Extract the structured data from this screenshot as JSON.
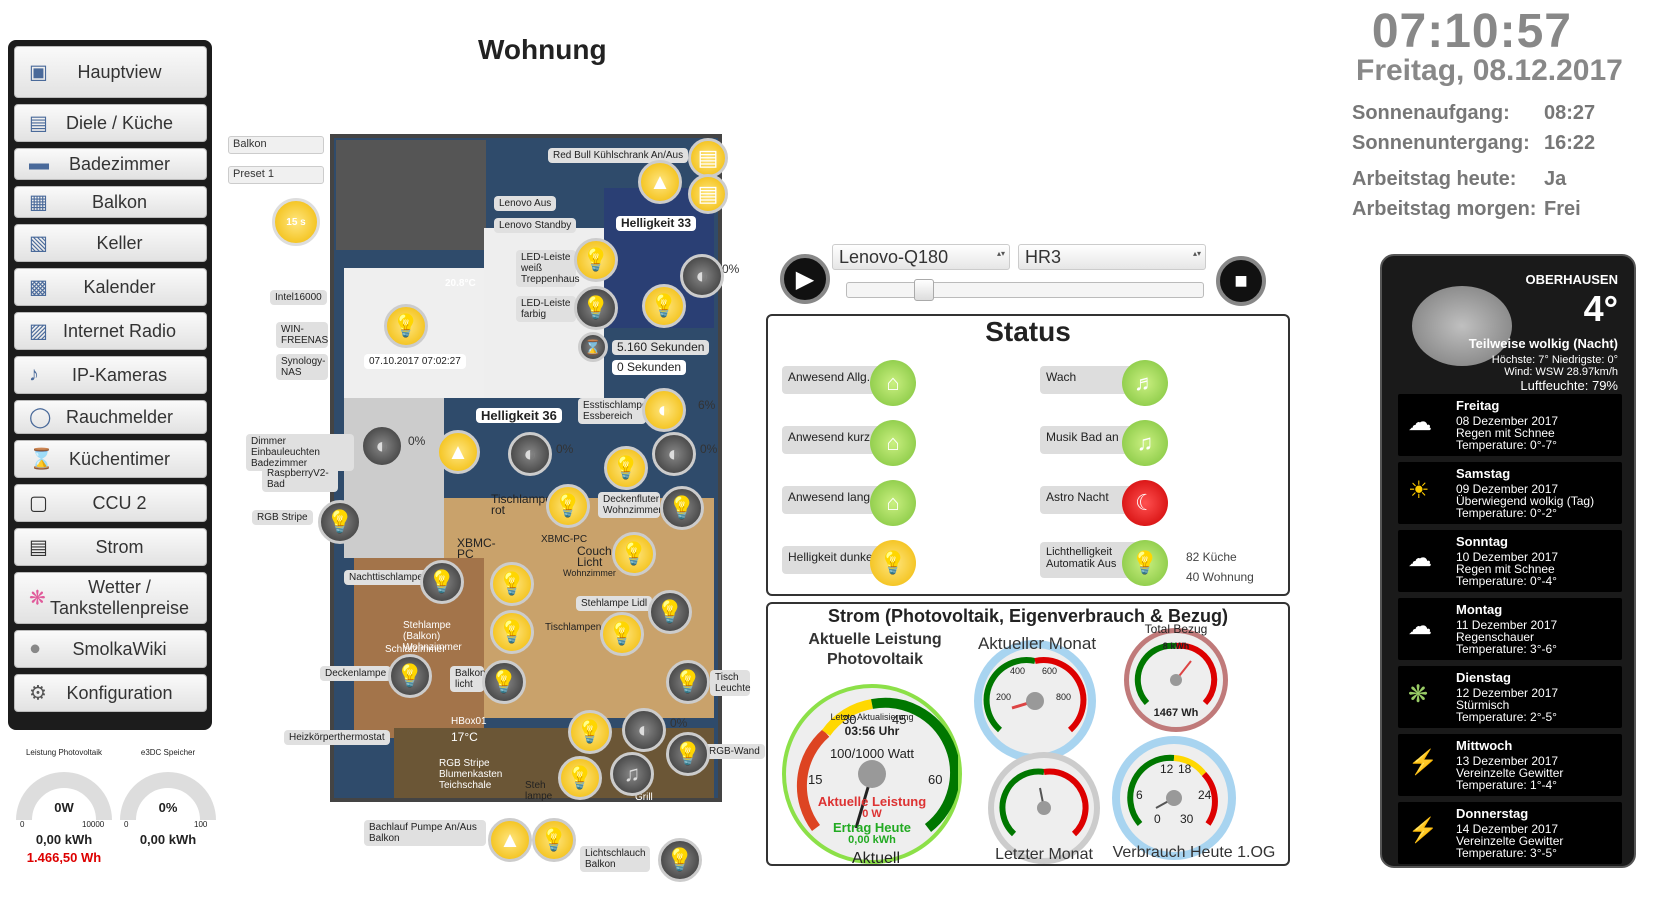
{
  "nav": [
    {
      "label": "Hauptview",
      "icon": "house-icon"
    },
    {
      "label": "Diele / Küche",
      "icon": "kitchen-icon"
    },
    {
      "label": "Badezimmer",
      "icon": "bath-icon"
    },
    {
      "label": "Balkon",
      "icon": "balcony-icon"
    },
    {
      "label": "Keller",
      "icon": "cellar-icon"
    },
    {
      "label": "Kalender",
      "icon": "calendar-icon"
    },
    {
      "label": "Internet Radio",
      "icon": "radio-icon"
    },
    {
      "label": "IP-Kameras",
      "icon": "camera-icon"
    },
    {
      "label": "Rauchmelder",
      "icon": "smoke-detector-icon"
    },
    {
      "label": "Küchentimer",
      "icon": "hourglass-icon"
    },
    {
      "label": "CCU 2",
      "icon": "ccu-icon"
    },
    {
      "label": "Strom",
      "icon": "power-meter-icon"
    },
    {
      "label": "Wetter / Tankstellenpreise",
      "icon": "weather-icon"
    },
    {
      "label": "SmolkaWiki",
      "icon": "wiki-icon"
    },
    {
      "label": "Konfiguration",
      "icon": "gear-icon"
    }
  ],
  "header": {
    "title": "Wohnung",
    "time": "07:10:57",
    "date": "Freitag, 08.12.2017",
    "sunrise_label": "Sonnenaufgang:",
    "sunrise": "08:27",
    "sunset_label": "Sonnenuntergang:",
    "sunset": "16:22",
    "workday_today_label": "Arbeitstag heute:",
    "workday_today": "Ja",
    "workday_tomorrow_label": "Arbeitstag morgen:",
    "workday_tomorrow": "Frei"
  },
  "plan_controls": {
    "select1": "Balkon",
    "select2": "Preset 1",
    "timer": "15 s"
  },
  "plan": {
    "labels": {
      "redbull": "Red Bull Kühlschrank An/Aus",
      "lenovo_aus": "Lenovo Aus",
      "lenovo_standby": "Lenovo Standby",
      "hell33": "Helligkeit 33",
      "led_weiss": "LED-Leiste weiß Treppenhaus",
      "led_farbig": "LED-Leiste farbig",
      "intel": "Intel16000",
      "win": "WIN-FREENAS",
      "synology": "Synology-NAS",
      "sync_time": "07.10.2017 07:02:27",
      "temp1": "20.8°C",
      "sek1": "5.160 Sekunden",
      "sek2": "0 Sekunden",
      "hell36": "Helligkeit 36",
      "esstisch": "Esstischlampe Essbereich",
      "pct_6": "6%",
      "dimmer_bad": "Dimmer Einbauleuchten Badezimmer",
      "raspberry": "RaspberryV2-Bad",
      "rgb_stripe": "RGB Stripe",
      "pct0_a": "0%",
      "pct0_b": "0%",
      "pct0_c": "0%",
      "pct0_d": "0%",
      "pct0_e": "0%",
      "tischlampe": "Tischlampe rot",
      "deckenfluter": "Deckenfluter Wohnzimmer",
      "xbmc": "XBMC-PC",
      "xbmc2": "XBMC-PC",
      "couch": "Couch Licht",
      "couch_sub": "Wohnzimmer",
      "nachttisch": "Nachttischlampe",
      "stehlampe_lidl": "Stehlampe Lidl",
      "stehlampe_balkon": "Stehlampe (Balkon) Wohnzimmer",
      "schlafzimmer": "Schlafzimmer",
      "tischlampen": "Tischlampen",
      "deckenlampe": "Deckenlampe",
      "balkon_licht": "Balkon licht",
      "tisch_leuchte": "Tisch Leuchte",
      "hbox": "HBox01",
      "heiz": "Heizkörperthermostat",
      "temp2": "17°C",
      "rgb_wand": "RGB-Wand",
      "rgb_blumen": "RGB Stripe Blumenkasten Teichschale",
      "steh": "Steh lampe",
      "grill": "Grill",
      "bachlauf": "Bachlauf Pumpe An/Aus Balkon",
      "lichtschlauch": "Lichtschlauch Balkon"
    }
  },
  "player": {
    "device": "Lenovo-Q180",
    "station": "HR3",
    "volume": 0.2
  },
  "status": {
    "title": "Status",
    "items": [
      {
        "label": "Anwesend Allg.",
        "icon": "house-icon",
        "color": "green"
      },
      {
        "label": "Wach",
        "icon": "walking-icon",
        "color": "green"
      },
      {
        "label": "Anwesend kurz",
        "icon": "house-icon",
        "color": "green"
      },
      {
        "label": "Musik Bad an",
        "icon": "music-icon",
        "color": "green"
      },
      {
        "label": "Anwesend lang",
        "icon": "house-icon",
        "color": "green"
      },
      {
        "label": "Astro Nacht",
        "icon": "moon-icon",
        "color": "red"
      },
      {
        "label": "Helligkeit dunkel",
        "icon": "bulb-icon",
        "color": "yellow"
      },
      {
        "label": "Lichthelligkeit Automatik Aus",
        "icon": "bulb-icon",
        "color": "green"
      }
    ],
    "kueche": "82 Küche",
    "wohnung": "40 Wohnung"
  },
  "strom": {
    "title": "Strom (Photovoltaik, Eigenverbrauch & Bezug)",
    "pv_title": "Aktuelle Leistung Photovoltaik",
    "pv_last_label": "Letzte Aktualisierung",
    "pv_last_time": "03:56 Uhr",
    "pv_scale": "100/1000 Watt",
    "pv_ticks": [
      "15",
      "30",
      "45",
      "60"
    ],
    "pv_power_label": "Aktuelle Leistung",
    "pv_power": "0 W",
    "pv_yield_label": "Ertrag Heute",
    "pv_yield": "0,00 kWh",
    "pv_footer": "Aktuell",
    "month_title": "Aktueller Monat",
    "month_ticks": [
      "200",
      "400",
      "600",
      "800"
    ],
    "bezug_title": "Total Bezug",
    "bezug_scale": "8 kWh",
    "bezug_value": "1467 Wh",
    "last_month": "Letzter Monat",
    "verbrauch_title": "Verbrauch Heute 1.OG",
    "verbrauch_ticks": [
      "12",
      "18",
      "6",
      "24",
      "0",
      "30"
    ]
  },
  "small_gauges": {
    "pv_label": "Leistung Photovoltaik",
    "pv_value": "0W",
    "pv_min": "0",
    "pv_max": "10000",
    "pv_kwh": "0,00 kWh",
    "pv_total": "1.466,50 Wh",
    "speicher_label": "e3DC Speicher",
    "speicher_value": "0%",
    "speicher_min": "0",
    "speicher_max": "100",
    "speicher_kwh": "0,00 kWh"
  },
  "weather": {
    "city": "OBERHAUSEN",
    "temp": "4°",
    "cond": "Teilweise wolkig (Nacht)",
    "hilo": "Höchste: 7° Niedrigste: 0°",
    "wind": "Wind: WSW 28.97km/h",
    "humidity": "Luftfeuchte: 79%",
    "days": [
      {
        "name": "Freitag",
        "date": "08 Dezember 2017",
        "desc": "Regen mit Schnee",
        "temp": "Temperature: 0°-7°",
        "icon": "snow-rain-icon"
      },
      {
        "name": "Samstag",
        "date": "09 Dezember 2017",
        "desc": "Überwiegend wolkig (Tag)",
        "temp": "Temperature: 0°-2°",
        "icon": "cloudy-sun-icon"
      },
      {
        "name": "Sonntag",
        "date": "10 Dezember 2017",
        "desc": "Regen mit Schnee",
        "temp": "Temperature: 0°-4°",
        "icon": "snow-rain-icon"
      },
      {
        "name": "Montag",
        "date": "11 Dezember 2017",
        "desc": "Regenschauer",
        "temp": "Temperature: 3°-6°",
        "icon": "rain-icon"
      },
      {
        "name": "Dienstag",
        "date": "12 Dezember 2017",
        "desc": "Stürmisch",
        "temp": "Temperature: 2°-5°",
        "icon": "storm-icon"
      },
      {
        "name": "Mittwoch",
        "date": "13 Dezember 2017",
        "desc": "Vereinzelte Gewitter",
        "temp": "Temperature: 1°-4°",
        "icon": "thunder-icon"
      },
      {
        "name": "Donnerstag",
        "date": "14 Dezember 2017",
        "desc": "Vereinzelte Gewitter",
        "temp": "Temperature: 3°-5°",
        "icon": "thunder-icon"
      }
    ]
  }
}
